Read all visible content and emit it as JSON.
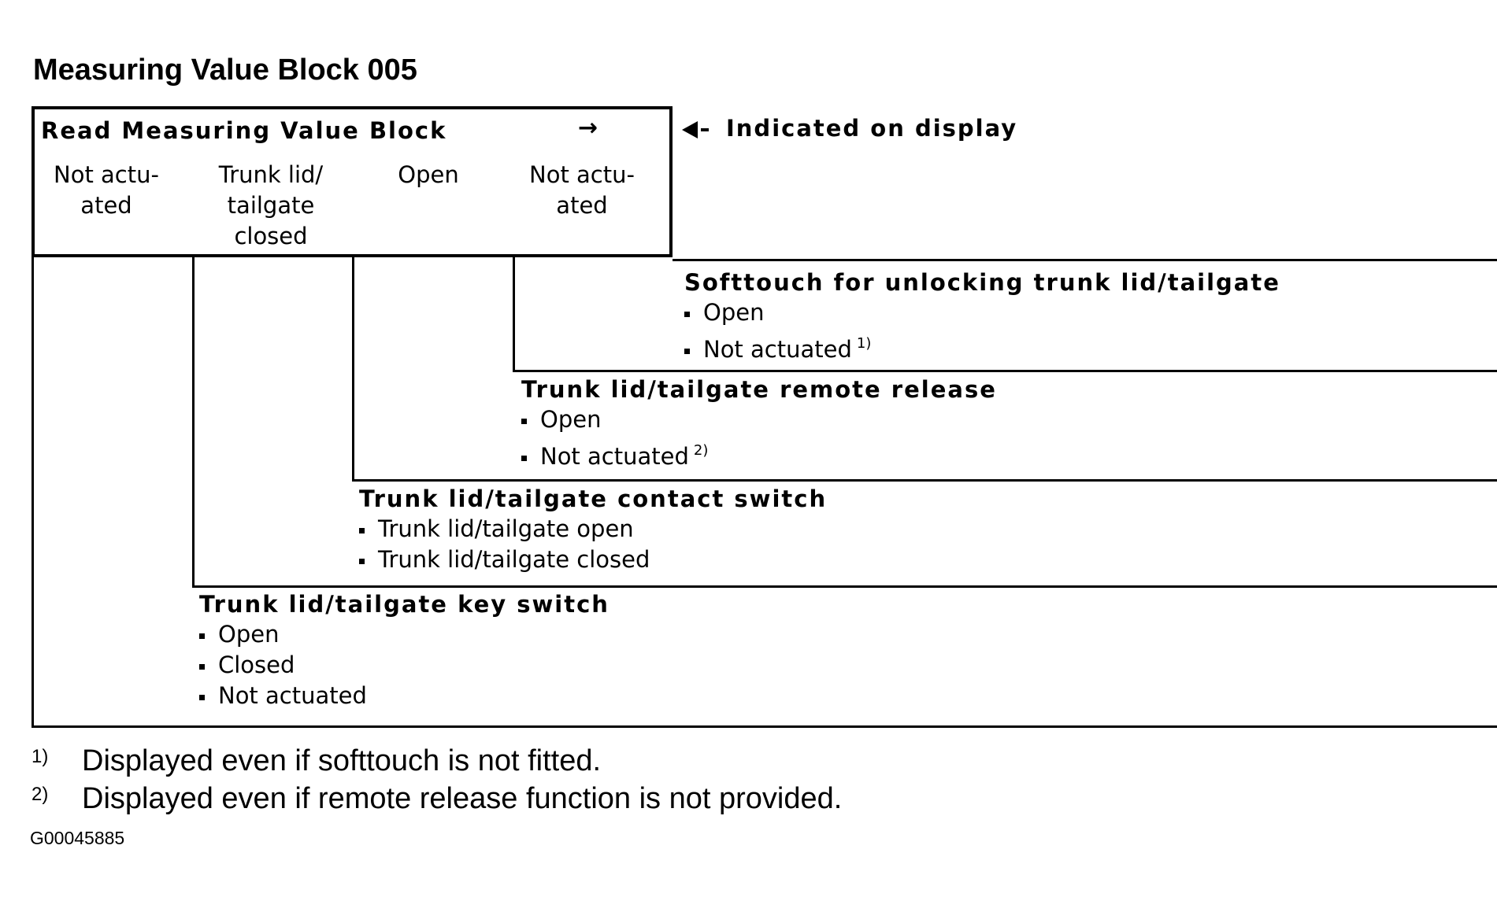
{
  "title": "Measuring Value Block 005",
  "display": {
    "heading": "Read Measuring Value Block",
    "arrow": "→",
    "fields": [
      {
        "line1": "Not actu-",
        "line2": "ated",
        "line3": ""
      },
      {
        "line1": "Trunk lid/",
        "line2": "tailgate",
        "line3": "closed"
      },
      {
        "line1": "Open",
        "line2": "",
        "line3": ""
      },
      {
        "line1": "Not actu-",
        "line2": "ated",
        "line3": ""
      }
    ]
  },
  "callout": "Indicated on display",
  "sections": [
    {
      "heading": "Softtouch for unlocking trunk lid/tailgate",
      "items": [
        "Open",
        "Not actuated"
      ],
      "note": "1)"
    },
    {
      "heading": "Trunk lid/tailgate remote release",
      "items": [
        "Open",
        "Not actuated"
      ],
      "note": "2)"
    },
    {
      "heading": "Trunk lid/tailgate contact switch",
      "items": [
        "Trunk lid/tailgate open",
        "Trunk lid/tailgate closed"
      ]
    },
    {
      "heading": "Trunk lid/tailgate key switch",
      "items": [
        "Open",
        "Closed",
        "Not actuated"
      ]
    }
  ],
  "footnotes": [
    {
      "number": "1)",
      "text": "Displayed even if softtouch is not fitted."
    },
    {
      "number": "2)",
      "text": "Displayed even if remote release function is not provided."
    }
  ],
  "figure_id": "G00045885"
}
